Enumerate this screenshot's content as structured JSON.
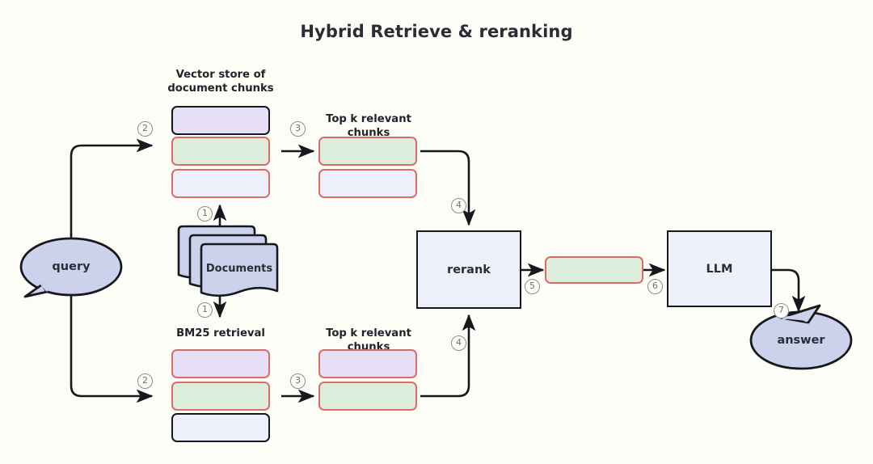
{
  "diagram": {
    "title": "Hybrid Retrieve & reranking",
    "background_color": "#fdfdf7",
    "accent_colors": {
      "purple_fill": "#e6dff6",
      "green_fill": "#ddeedd",
      "white_fill": "#edf0fa",
      "bubble_fill": "#ccd2ec",
      "red_border": "#dd6b67",
      "black_border": "#16181d",
      "step_number_color": "#6f6f6f"
    }
  },
  "nodes": {
    "query_bubble": {
      "label": "query",
      "shape": "speech-bubble"
    },
    "documents_stack": {
      "label": "Documents",
      "shape": "document-stack"
    },
    "rerank_box": {
      "label": "rerank",
      "shape": "rectangle"
    },
    "llm_box": {
      "label": "LLM",
      "shape": "rectangle"
    },
    "answer_bubble": {
      "label": "answer",
      "shape": "speech-bubble"
    }
  },
  "captions": {
    "vector_store": "Vector store of\ndocument chunks",
    "topk_vector": "Top k relevant chunks",
    "bm25": "BM25 retrieval",
    "topk_bm25": "Top k relevant chunks"
  },
  "groups": {
    "vector_store_chunks": [
      {
        "fill": "purple",
        "border": "black"
      },
      {
        "fill": "green",
        "border": "red"
      },
      {
        "fill": "white",
        "border": "red"
      }
    ],
    "topk_vector_chunks": [
      {
        "fill": "green",
        "border": "red"
      },
      {
        "fill": "white",
        "border": "red"
      }
    ],
    "bm25_chunks": [
      {
        "fill": "purple",
        "border": "red"
      },
      {
        "fill": "green",
        "border": "red"
      },
      {
        "fill": "white",
        "border": "black"
      }
    ],
    "topk_bm25_chunks": [
      {
        "fill": "purple",
        "border": "red"
      },
      {
        "fill": "green",
        "border": "red"
      }
    ],
    "reranked_chunk": {
      "fill": "green",
      "border": "red"
    }
  },
  "steps": {
    "s1_top": "1",
    "s1_bottom": "1",
    "s2_top": "2",
    "s2_bottom": "2",
    "s3_top": "3",
    "s3_bottom": "3",
    "s4_top": "4",
    "s4_bottom": "4",
    "s5": "5",
    "s6": "6",
    "s7": "7"
  }
}
